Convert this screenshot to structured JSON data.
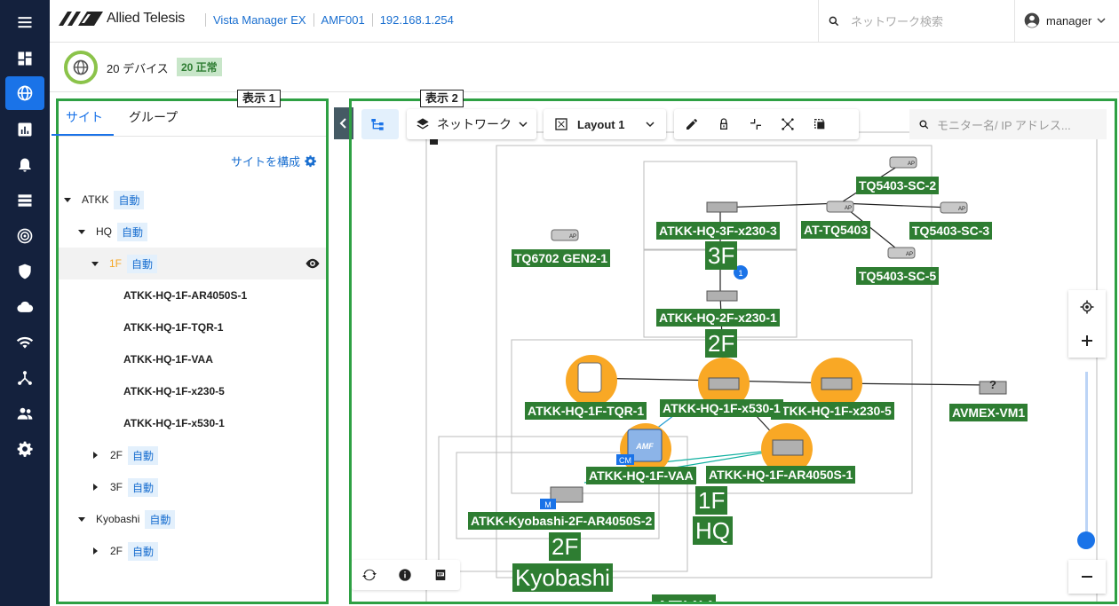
{
  "header": {
    "logo_text": "Allied Telesis",
    "breadcrumbs": [
      "Vista Manager EX",
      "AMF001",
      "192.168.1.254"
    ],
    "search_placeholder": "ネットワーク検索",
    "user": "manager"
  },
  "summary": {
    "device_count": "20 デバイス",
    "status_badge": "20 正常"
  },
  "panel1": {
    "tag": "表示 1",
    "tabs": [
      "サイト",
      "グループ"
    ],
    "configure_label": "サイトを構成",
    "tree": [
      {
        "label": "ATKK",
        "badge": "自動"
      },
      {
        "label": "HQ",
        "badge": "自動"
      },
      {
        "label": "1F",
        "badge": "自動"
      },
      {
        "label": "ATKK-HQ-1F-AR4050S-1"
      },
      {
        "label": "ATKK-HQ-1F-TQR-1"
      },
      {
        "label": "ATKK-HQ-1F-VAA"
      },
      {
        "label": "ATKK-HQ-1F-x230-5"
      },
      {
        "label": "ATKK-HQ-1F-x530-1"
      },
      {
        "label": "2F",
        "badge": "自動"
      },
      {
        "label": "3F",
        "badge": "自動"
      },
      {
        "label": "Kyobashi",
        "badge": "自動"
      },
      {
        "label": "2F",
        "badge": "自動"
      }
    ]
  },
  "panel2": {
    "tag": "表示 2",
    "network_dropdown": "ネットワーク",
    "layout_dropdown": "Layout 1",
    "map_search_placeholder": "モニター名/ IP アドレス...",
    "ap_label": "AP",
    "unknown_icon_label": "?",
    "amf_icon_label": "AMF",
    "badge_count": "1",
    "badge_cm": "CM",
    "badge_m": "M",
    "devices": [
      "TQ5403-SC-2",
      "ATKK-HQ-3F-x230-3",
      "AT-TQ5403",
      "TQ5403-SC-3",
      "TQ6702 GEN2-1",
      "TQ5403-SC-5",
      "ATKK-HQ-2F-x230-1",
      "ATKK-HQ-1F-TQR-1",
      "ATKK-HQ-1F-x530-1",
      "ATKK-HQ-1F-x230-5",
      "AVMEX-VM1",
      "ATKK-HQ-1F-VAA",
      "ATKK-HQ-1F-AR4050S-1",
      "ATKK-Kyobashi-2F-AR4050S-2"
    ],
    "areas": [
      "3F",
      "2F",
      "1F",
      "HQ",
      "2F",
      "Kyobashi",
      "ATKK"
    ]
  }
}
